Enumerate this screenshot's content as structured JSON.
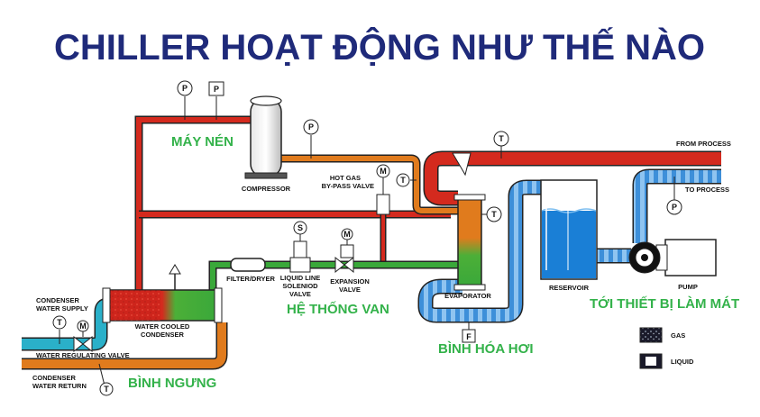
{
  "title": "CHILLER HOẠT ĐỘNG NHƯ THẾ NÀO",
  "colors": {
    "title": "#1f2a7a",
    "vietnamese_label": "#33b24a",
    "hot_gas_line": "#d42a1e",
    "discharge_line": "#e07b1d",
    "liquid_line": "#3aa83a",
    "chilled_water": "#3d8fd9",
    "condenser_water": "#2ab0c9"
  },
  "labels_vn": {
    "compressor": "MÁY NÉN",
    "valves": "HỆ THỐNG VAN",
    "evaporator": "BÌNH HÓA HƠI",
    "condenser": "BÌNH NGƯNG",
    "to_equipment": "TỚI THIẾT BỊ LÀM MÁT"
  },
  "labels_en": {
    "compressor": "COMPRESSOR",
    "hot_gas_1": "HOT GAS",
    "hot_gas_2": "BY-PASS VALVE",
    "filter": "FILTER/DRYER",
    "solenoid_1": "LIQUID LINE",
    "solenoid_2": "SOLENIOD",
    "solenoid_3": "VALVE",
    "expansion_1": "EXPANSION",
    "expansion_2": "VALVE",
    "evaporator": "EVAPORATOR",
    "reservoir": "RESERVOIR",
    "pump": "PUMP",
    "from_process": "FROM PROCESS",
    "to_process": "TO PROCESS",
    "cond_supply_1": "CONDENSER",
    "cond_supply_2": "WATER SUPPLY",
    "water_cooled_1": "WATER COOLED",
    "water_cooled_2": "CONDENSER",
    "water_reg": "WATER REGULATING VALVE",
    "cond_return_1": "CONDENSER",
    "cond_return_2": "WATER RETURN"
  },
  "legend": {
    "gas": "GAS",
    "liquid": "LIQUID"
  },
  "instruments": {
    "pressure": "P",
    "temperature": "T",
    "motor": "M",
    "solenoid": "S",
    "flow": "F"
  }
}
